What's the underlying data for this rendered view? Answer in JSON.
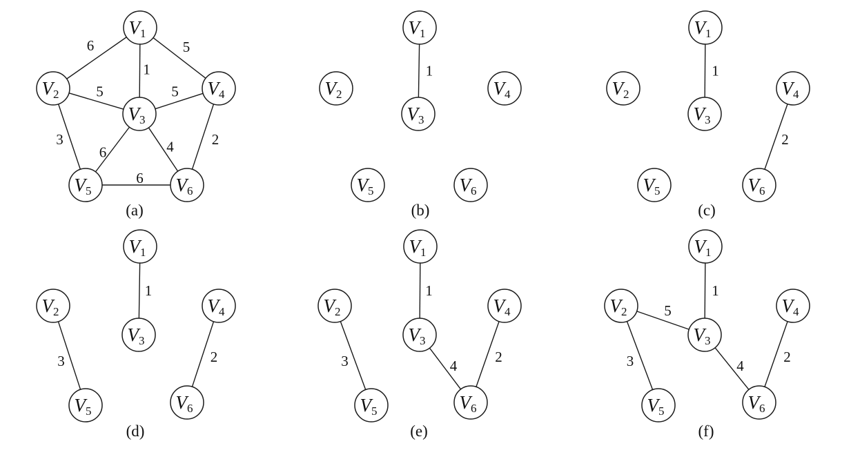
{
  "node_prefix": "V",
  "panels": [
    {
      "id": "a",
      "caption": "(a)",
      "nodes": [
        "1",
        "2",
        "3",
        "4",
        "5",
        "6"
      ],
      "edges": [
        {
          "from": "1",
          "to": "2",
          "weight": "6"
        },
        {
          "from": "1",
          "to": "3",
          "weight": "1"
        },
        {
          "from": "1",
          "to": "4",
          "weight": "5"
        },
        {
          "from": "2",
          "to": "3",
          "weight": "5"
        },
        {
          "from": "3",
          "to": "4",
          "weight": "5"
        },
        {
          "from": "2",
          "to": "5",
          "weight": "3"
        },
        {
          "from": "3",
          "to": "5",
          "weight": "6"
        },
        {
          "from": "3",
          "to": "6",
          "weight": "4"
        },
        {
          "from": "4",
          "to": "6",
          "weight": "2"
        },
        {
          "from": "5",
          "to": "6",
          "weight": "6"
        }
      ]
    },
    {
      "id": "b",
      "caption": "(b)",
      "nodes": [
        "1",
        "2",
        "3",
        "4",
        "5",
        "6"
      ],
      "edges": [
        {
          "from": "1",
          "to": "3",
          "weight": "1"
        }
      ]
    },
    {
      "id": "c",
      "caption": "(c)",
      "nodes": [
        "1",
        "2",
        "3",
        "4",
        "5",
        "6"
      ],
      "edges": [
        {
          "from": "1",
          "to": "3",
          "weight": "1"
        },
        {
          "from": "4",
          "to": "6",
          "weight": "2"
        }
      ]
    },
    {
      "id": "d",
      "caption": "(d)",
      "nodes": [
        "1",
        "2",
        "3",
        "4",
        "5",
        "6"
      ],
      "edges": [
        {
          "from": "1",
          "to": "3",
          "weight": "1"
        },
        {
          "from": "4",
          "to": "6",
          "weight": "2"
        },
        {
          "from": "2",
          "to": "5",
          "weight": "3"
        }
      ]
    },
    {
      "id": "e",
      "caption": "(e)",
      "nodes": [
        "1",
        "2",
        "3",
        "4",
        "5",
        "6"
      ],
      "edges": [
        {
          "from": "1",
          "to": "3",
          "weight": "1"
        },
        {
          "from": "4",
          "to": "6",
          "weight": "2"
        },
        {
          "from": "2",
          "to": "5",
          "weight": "3"
        },
        {
          "from": "3",
          "to": "6",
          "weight": "4"
        }
      ]
    },
    {
      "id": "f",
      "caption": "(f)",
      "nodes": [
        "1",
        "2",
        "3",
        "4",
        "5",
        "6"
      ],
      "edges": [
        {
          "from": "1",
          "to": "3",
          "weight": "1"
        },
        {
          "from": "4",
          "to": "6",
          "weight": "2"
        },
        {
          "from": "2",
          "to": "5",
          "weight": "3"
        },
        {
          "from": "3",
          "to": "6",
          "weight": "4"
        },
        {
          "from": "2",
          "to": "3",
          "weight": "5"
        }
      ]
    }
  ]
}
